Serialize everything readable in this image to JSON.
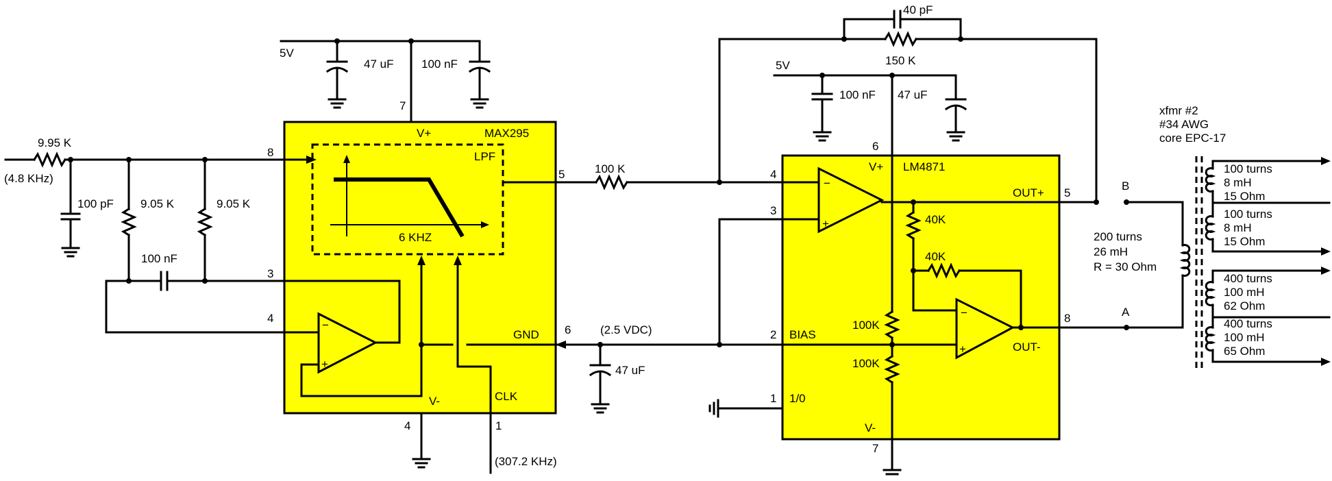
{
  "max295": {
    "name": "MAX295",
    "vplus": "V+",
    "vminus": "V-",
    "lpf": "LPF",
    "corner": "6 KHZ",
    "gnd": "GND",
    "clk": "CLK",
    "pin7": "7",
    "pin8": "8",
    "pin5": "5",
    "pin3": "3",
    "pin4": "4",
    "pin6": "6",
    "pin4b": "4",
    "pin1": "1"
  },
  "lm4871": {
    "name": "LM4871",
    "vplus": "V+",
    "vminus": "V-",
    "outp": "OUT+",
    "outm": "OUT-",
    "bias": "BIAS",
    "io": "1/0",
    "pin6": "6",
    "pin4": "4",
    "pin3": "3",
    "pin2": "2",
    "pin1": "1",
    "pin5": "5",
    "pin8": "8",
    "pin7": "7"
  },
  "left": {
    "r_in": "9.95 K",
    "freq": "(4.8 KHz)",
    "c_in": "100 pF",
    "r1": "9.05 K",
    "r2": "9.05 K",
    "c_fb": "100 nF"
  },
  "supply1": {
    "v": "5V",
    "c1": "47 uF",
    "c2": "100 nF"
  },
  "mid": {
    "r_link": "100 K",
    "bias_v": "(2.5 VDC)",
    "c_bias": "47 uF",
    "clk_freq": "(307.2 KHz)"
  },
  "supply2": {
    "v": "5V",
    "c1": "100 nF",
    "c2": "47 uF"
  },
  "feedback": {
    "c": "40 pF",
    "r": "150 K"
  },
  "amp_internal": {
    "r1": "40K",
    "r2": "40K",
    "r3": "100K",
    "r4": "100K"
  },
  "output": {
    "b": "B",
    "a": "A"
  },
  "xfmr": {
    "line1": "xfmr #2",
    "line2": "#34 AWG",
    "line3": "core EPC-17",
    "primary": [
      "200 turns",
      "26 mH",
      "R = 30 Ohm"
    ],
    "sec1": [
      "100 turns",
      "8 mH",
      "15 Ohm"
    ],
    "sec2": [
      "100 turns",
      "8 mH",
      "15 Ohm"
    ],
    "sec3": [
      "400 turns",
      "100 mH",
      "62 Ohm"
    ],
    "sec4": [
      "400 turns",
      "100 mH",
      "65 Ohm"
    ]
  },
  "colors": {
    "ic_fill": "#ffff00",
    "wire": "#000000"
  }
}
